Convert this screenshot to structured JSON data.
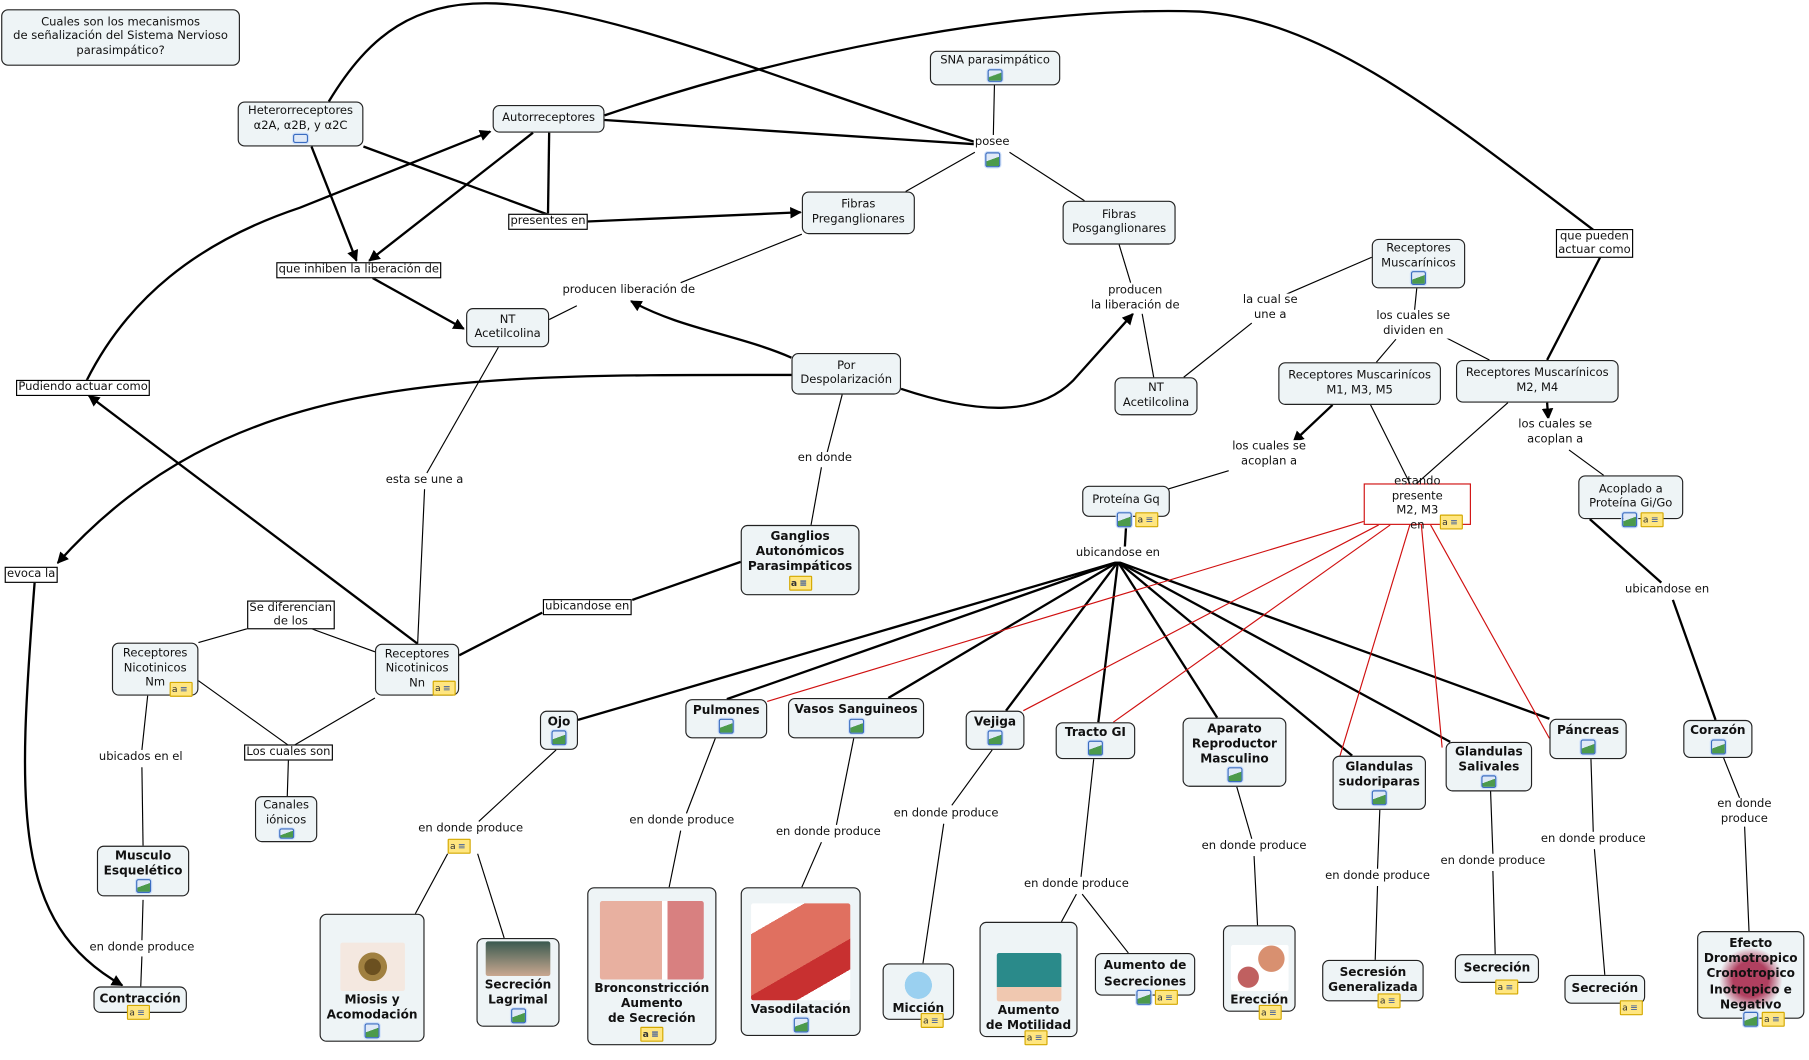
{
  "concepts": {
    "question": "Cuales son los mecanismos\nde señalización del Sistema Nervioso\nparasimpático?",
    "heteroreceptors": "Heterorreceptores\nα2A, α2B, y α2C",
    "autoreceptors": "Autorreceptores",
    "sna": "SNA parasimpático",
    "fibras_pre": "Fibras\nPreganglionares",
    "fibras_pos": "Fibras\nPosganglionares",
    "nt_acetilcolina": "NT\nAcetilcolina",
    "por_despolarizacion": "Por\nDespolarización",
    "ganglios": "Ganglios\nAutonómicos\nParasimpáticos",
    "rec_nic_nm": "Receptores\nNicotinicos\nNm",
    "rec_nic_nn": "Receptores\nNicotinicos\nNn",
    "canales": "Canales\niónicos",
    "musculo": "Musculo\nEsquelético",
    "contraccion": "Contracción",
    "rec_musc": "Receptores\nMuscarínicos",
    "rm_135": "Receptores Muscarinícos\nM1, M3, M5",
    "rm_24": "Receptores Muscarínicos\nM2, M4",
    "proteina_gq": "Proteína Gq",
    "estando_presente": "estando presente\nM2, M3\nen",
    "acoplado_gi": "Acoplado a\nProteína Gi/Go",
    "ojo": "Ojo",
    "pulmones": "Pulmones",
    "vasos": "Vasos Sanguineos",
    "vejiga": "Vejiga",
    "tracto": "Tracto GI",
    "aparato": "Aparato\nReproductor\nMasculino",
    "gl_sudoriparas": "Glandulas\nsudoriparas",
    "gl_salivales": "Glandulas\nSalivales",
    "pancreas": "Páncreas",
    "corazon": "Corazón",
    "miosis": "Miosis y\nAcomodación",
    "lagrimal": "Secreción\nLagrimal",
    "bronco": "Bronconstricción\nAumento\nde Secreción",
    "vasodilatacion": "Vasodilatación",
    "miccion": "Micción",
    "motilidad": "Aumento\nde Motilidad",
    "secreciones": "Aumento de\nSecreciones",
    "ereccion": "Erección",
    "sec_generalizada": "Secresión\nGeneralizada",
    "secrecion": "Secreción",
    "efecto": "Efecto\nDromotropico\nCronotropico\nInotropico e\nNegativo"
  },
  "links": {
    "posee": "posee",
    "presentes_en": "presentes en",
    "que_inhiben": "que inhiben la liberación de",
    "producen_lib": "producen liberación de",
    "producen_la_lib": "producen\nla liberación de",
    "pudiendo": "Pudiendo actuar como",
    "evoca": "evoca la",
    "esta_se_une": "esta se une a",
    "en_donde": "en donde",
    "ubicandose_en": "ubicandose en",
    "se_diferencian": "Se diferencian\nde los",
    "los_cuales_son": "Los cuales son",
    "ubicados_en_el": "ubicados en el",
    "en_donde_produce": "en donde produce",
    "la_cual_se_une": "la cual se\nune a",
    "se_dividen": "los cuales se\ndividen en",
    "que_pueden": "que pueden\nactuar como",
    "se_acoplan": "los cuales se\nacoplan a"
  },
  "colors": {
    "node_fill": "#eef4f6",
    "highlight_line": "#d01010",
    "note": "#ffe680",
    "image_icon": "#3a6cc0"
  },
  "icons": [
    "image-icon",
    "note-icon",
    "concept-map-icon"
  ]
}
